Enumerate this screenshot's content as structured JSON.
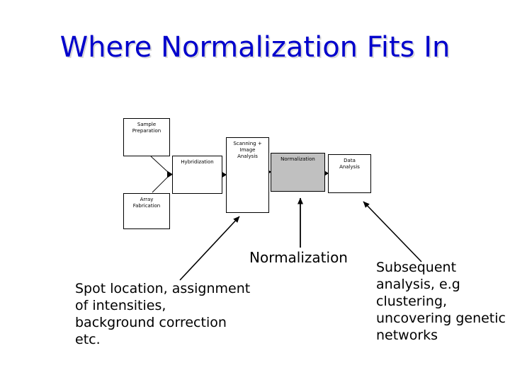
{
  "slide": {
    "title": "Where Normalization Fits In",
    "background_color": "#ffffff",
    "title_color": "#0000cc",
    "title_shadow_color": "#d9d9d9"
  },
  "flowchart": {
    "shaded_fill": "#c0c0c0",
    "stroke": "#000000",
    "boxes": [
      {
        "id": "sample-preparation",
        "label": "Sample\nPreparation",
        "shaded": false
      },
      {
        "id": "array-fabrication",
        "label": "Array\nFabrication",
        "shaded": false
      },
      {
        "id": "hybridization",
        "label": "Hybridization",
        "shaded": false
      },
      {
        "id": "scanning-image-analysis",
        "label": "Scanning +\nImage\nAnalysis",
        "shaded": false
      },
      {
        "id": "normalization",
        "label": "Normalization",
        "shaded": true
      },
      {
        "id": "data-analysis",
        "label": "Data\nAnalysis",
        "shaded": false
      }
    ]
  },
  "annotations": {
    "normalization_label": "Normalization",
    "left_caption": "Spot location, assignment\nof intensities,\nbackground correction\netc.",
    "right_caption": "Subsequent\nanalysis, e.g\nclustering,\nuncovering genetic\nnetworks"
  }
}
